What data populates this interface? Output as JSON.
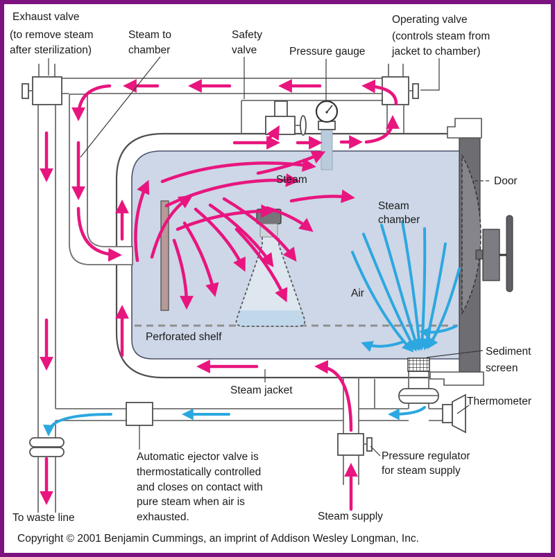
{
  "diagram": {
    "type": "autoclave-steam-flow-diagram",
    "labels": {
      "exhaust_valve_1": "Exhaust valve",
      "exhaust_valve_2": "(to remove steam",
      "exhaust_valve_3": "after sterilization)",
      "steam_to_chamber_1": "Steam to",
      "steam_to_chamber_2": "chamber",
      "safety_valve_1": "Safety",
      "safety_valve_2": "valve",
      "pressure_gauge": "Pressure gauge",
      "operating_valve_1": "Operating valve",
      "operating_valve_2": "(controls steam from",
      "operating_valve_3": "jacket to chamber)",
      "door": "Door",
      "steam": "Steam",
      "steam_chamber_1": "Steam",
      "steam_chamber_2": "chamber",
      "air": "Air",
      "perforated_shelf": "Perforated shelf",
      "sediment_screen_1": "Sediment",
      "sediment_screen_2": "screen",
      "steam_jacket": "Steam jacket",
      "thermometer": "Thermometer",
      "pressure_regulator_1": "Pressure regulator",
      "pressure_regulator_2": "for steam supply",
      "ejector_1": "Automatic ejector valve is",
      "ejector_2": "thermostatically controlled",
      "ejector_3": "and closes on contact with",
      "ejector_4": "pure steam when air is",
      "ejector_5": "exhausted.",
      "to_waste_line": "To waste line",
      "steam_supply": "Steam supply",
      "copyright": "Copyright © 2001 Benjamin Cummings, an imprint of Addison Wesley Longman, Inc."
    },
    "colors": {
      "steam_arrow": "#e8157f",
      "air_arrow": "#2da7e0",
      "chamber_fill": "#cdd7e7",
      "door_gray": "#6d6d72",
      "shelf_brown": "#b79a98",
      "frame_purple": "#7c1280",
      "flask_liquid": "#8cb8da"
    }
  }
}
